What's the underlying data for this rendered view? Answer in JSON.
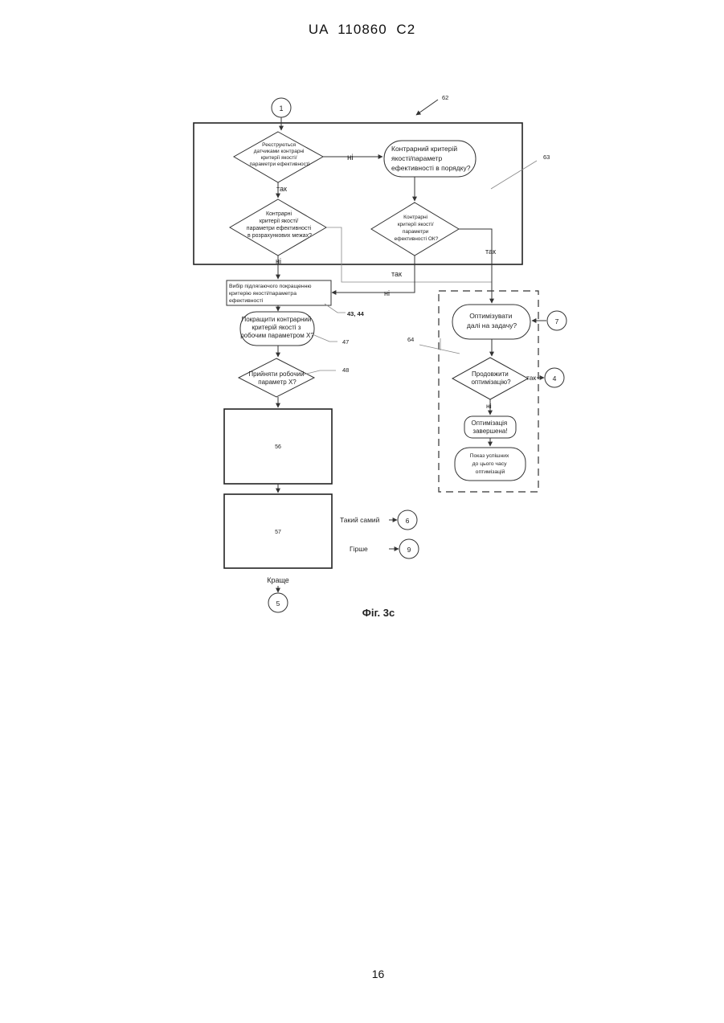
{
  "header": {
    "text": "UA  110860  C2"
  },
  "page_number": "16",
  "caption": "Фіг. 3с",
  "refs": {
    "r62": "62",
    "r63": "63",
    "r64": "64",
    "r4344": "43, 44",
    "r47": "47",
    "r48": "48"
  },
  "connectors": {
    "c1": "1",
    "c7": "7",
    "c4": "4",
    "c6": "6",
    "c9": "9",
    "c5": "5"
  },
  "nodes": {
    "d1": [
      "Реєструються",
      "датчиками контрарні",
      "критерії якості/",
      "параметри ефективності"
    ],
    "t1": [
      "Контрарний критерій",
      "якості/параметр",
      "ефективності в порядку?"
    ],
    "d2": [
      "Контрарні",
      "критерії якості/",
      "параметри ефективності",
      "в розрахункових межах?"
    ],
    "d3": [
      "Контрарні",
      "критерії якості/",
      "параметри",
      "ефективності ОК?"
    ],
    "b1": [
      "Вибір підлягаючого покращенню",
      "критерію якості/параметра",
      "ефективності"
    ],
    "t2": [
      "Покращити контрарний",
      "критерій якості з",
      "робочим параметром X?"
    ],
    "d4": [
      "Прийняти робочий",
      "параметр X?"
    ],
    "t3": [
      "Оптимізувати",
      "далі на задачу?"
    ],
    "d5": [
      "Продовжити",
      "оптимізацію?"
    ],
    "t4": [
      "Оптимізація",
      "завершена!"
    ],
    "t5": [
      "Показ успішних",
      "до цього часу",
      "оптимізацій"
    ],
    "b56": "56",
    "b57": "57"
  },
  "labels": {
    "ni1": "ні",
    "tak1": "так",
    "ni2": "ні",
    "tak2": "так",
    "tak3": "так",
    "ni3": "ні",
    "tak4": "так",
    "ni4": "ні",
    "same": "Такий самий",
    "worse": "Гірше",
    "better": "Краще"
  }
}
